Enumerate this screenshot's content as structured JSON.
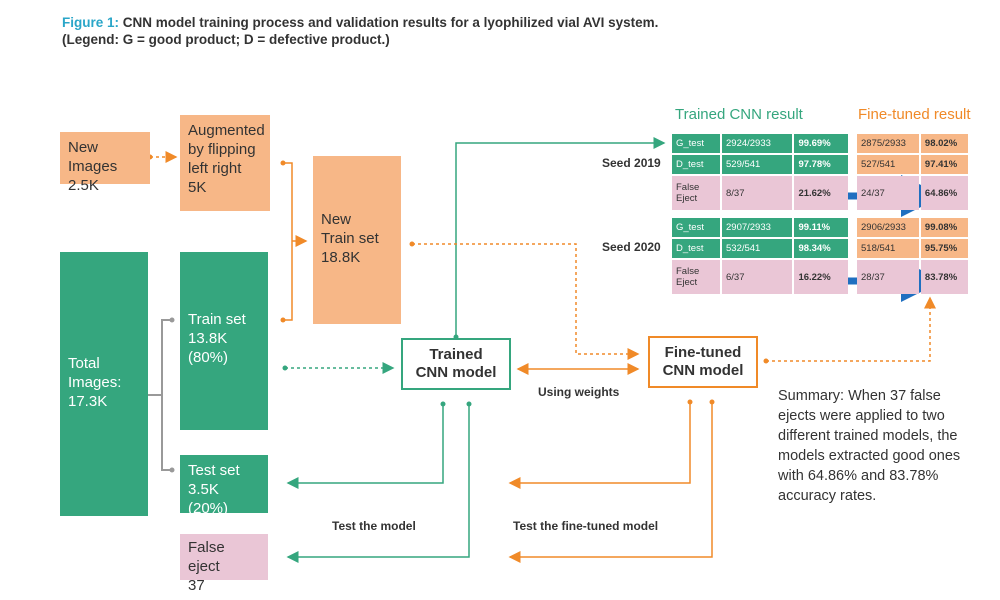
{
  "caption": {
    "prefix": "Figure 1:",
    "line1": "CNN model training process and validation results for a lyophilized vial AVI system.",
    "line2": "(Legend: G = good product; D = defective product.)"
  },
  "boxes": {
    "new_images": {
      "l1": "New Images",
      "l2": "2.5K"
    },
    "augmented": {
      "l1": "Augmented",
      "l2": "by flipping",
      "l3": "left right",
      "l4": "5K"
    },
    "new_train": {
      "l1": "New",
      "l2": "Train set",
      "l3": "18.8K"
    },
    "total": {
      "l1": "Total",
      "l2": "Images:",
      "l3": "17.3K"
    },
    "train": {
      "l1": "Train set",
      "l2": "13.8K",
      "l3": "(80%)"
    },
    "test": {
      "l1": "Test set",
      "l2": "3.5K (20%)"
    },
    "false_eject": {
      "l1": "False eject",
      "l2": "37"
    }
  },
  "models": {
    "trained": {
      "l1": "Trained",
      "l2": "CNN model"
    },
    "finetuned": {
      "l1": "Fine-tuned",
      "l2": "CNN model"
    }
  },
  "labels": {
    "using_weights": "Using weights",
    "test_model": "Test the model",
    "test_finetuned": "Test the fine-tuned model"
  },
  "results": {
    "trained_header": "Trained CNN result",
    "finetuned_header": "Fine-tuned result",
    "seed1": "Seed 2019",
    "seed2": "Seed 2020",
    "trained_2019": [
      [
        "G_test",
        "2924/2933",
        "99.69%"
      ],
      [
        "D_test",
        "529/541",
        "97.78%"
      ],
      [
        "False Eject",
        "8/37",
        "21.62%"
      ]
    ],
    "finetuned_2019": [
      [
        "2875/2933",
        "98.02%"
      ],
      [
        "527/541",
        "97.41%"
      ],
      [
        "24/37",
        "64.86%"
      ]
    ],
    "trained_2020": [
      [
        "G_test",
        "2907/2933",
        "99.11%"
      ],
      [
        "D_test",
        "532/541",
        "98.34%"
      ],
      [
        "False Eject",
        "6/37",
        "16.22%"
      ]
    ],
    "finetuned_2020": [
      [
        "2906/2933",
        "99.08%"
      ],
      [
        "518/541",
        "95.75%"
      ],
      [
        "28/37",
        "83.78%"
      ]
    ]
  },
  "summary": "Summary: When 37 false ejects were applied to two different trained models, the models extracted good ones with 64.86% and 83.78% accuracy rates.",
  "colors": {
    "green": "#35a67e",
    "orange": "#f08a28",
    "blue": "#1f6fc0",
    "pink": "#eac6d6"
  }
}
